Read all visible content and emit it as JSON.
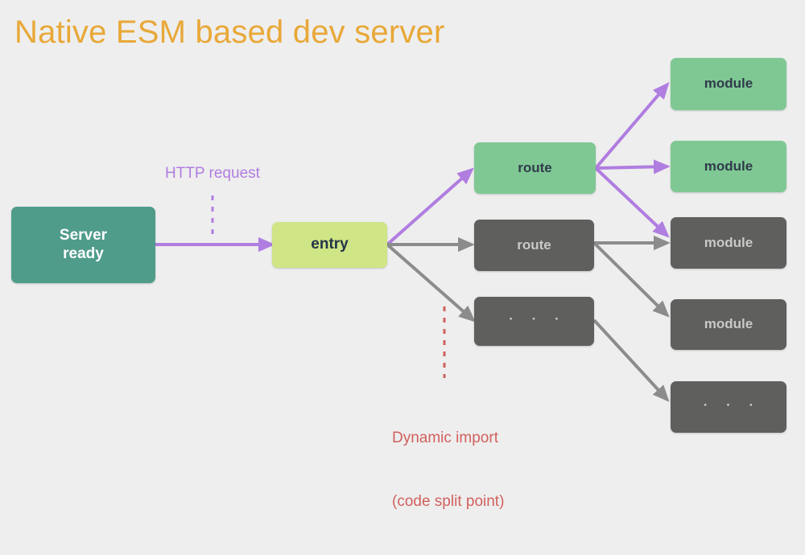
{
  "title": "Native ESM based dev server",
  "colors": {
    "background": "#eeeeee",
    "title": "#e8a838",
    "teal_node": "#4f9c8b",
    "lime_node": "#cfe586",
    "green_node": "#7fc894",
    "gray_node": "#5f5f5d",
    "purple_edge": "#b07de0",
    "gray_edge": "#8c8c8c",
    "red_annotation": "#d1605e"
  },
  "nodes": {
    "server_ready": "Server\nready",
    "server_ready_line1": "Server",
    "server_ready_line2": "ready",
    "entry": "entry",
    "route_active": "route",
    "route_inactive": "route",
    "route_ellipsis": "· · ·",
    "module_1": "module",
    "module_2": "module",
    "module_3": "module",
    "module_4": "module",
    "module_ellipsis": "· · ·"
  },
  "annotations": {
    "http_request": "HTTP request",
    "dynamic_import_line1": "Dynamic import",
    "dynamic_import_line2": "(code split point)"
  },
  "diagram_data": {
    "type": "flow-diagram",
    "edges": [
      {
        "from": "server_ready",
        "to": "entry",
        "color": "purple",
        "label": "HTTP request"
      },
      {
        "from": "entry",
        "to": "route_active",
        "color": "purple"
      },
      {
        "from": "entry",
        "to": "route_inactive",
        "color": "gray"
      },
      {
        "from": "entry",
        "to": "route_ellipsis",
        "color": "gray",
        "label": "Dynamic import (code split point)"
      },
      {
        "from": "route_active",
        "to": "module_1",
        "color": "purple"
      },
      {
        "from": "route_active",
        "to": "module_2",
        "color": "purple"
      },
      {
        "from": "route_active",
        "to": "module_3",
        "color": "purple"
      },
      {
        "from": "route_inactive",
        "to": "module_3",
        "color": "gray"
      },
      {
        "from": "route_inactive",
        "to": "module_4",
        "color": "gray"
      },
      {
        "from": "route_ellipsis",
        "to": "module_ellipsis",
        "color": "gray"
      }
    ]
  }
}
